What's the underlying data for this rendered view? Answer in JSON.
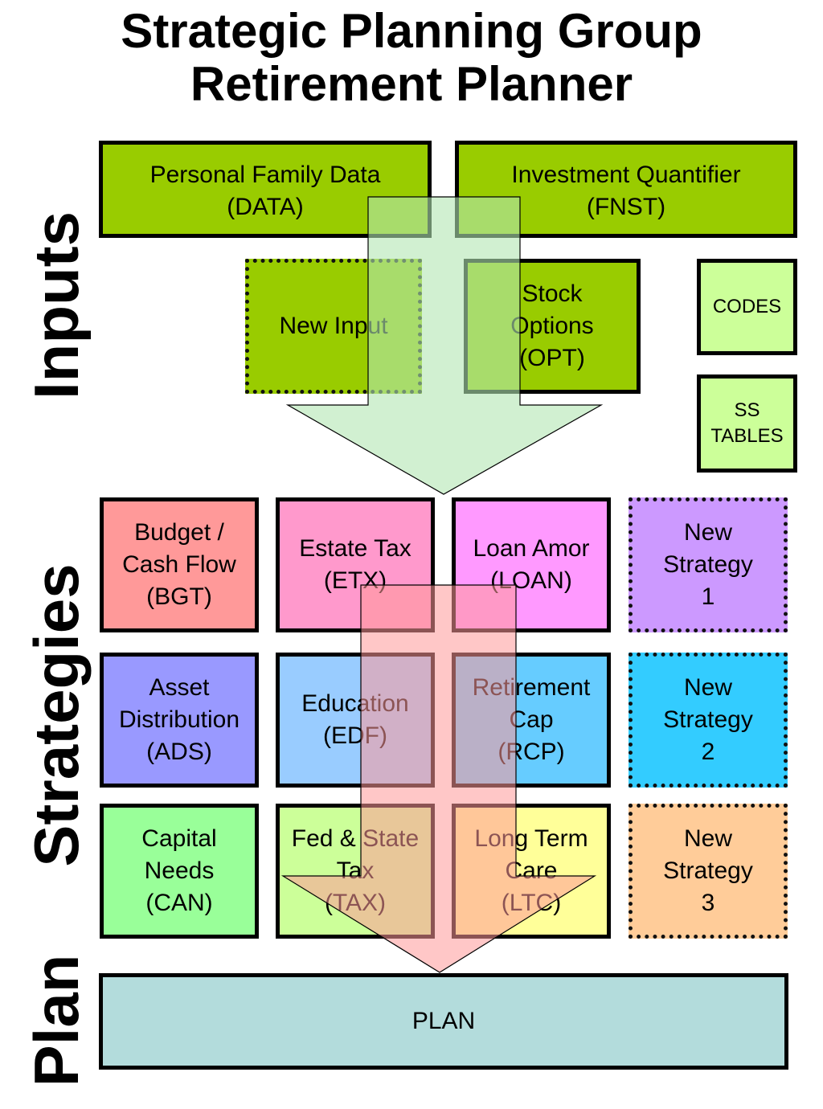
{
  "title": {
    "line1": "Strategic Planning Group",
    "line2": "Retirement Planner"
  },
  "sections": {
    "inputs": "Inputs",
    "strategies": "Strategies",
    "plan": "Plan"
  },
  "inputs": {
    "personal_family_data": "Personal Family Data\n(DATA)",
    "investment_quantifier": "Investment Quantifier\n(FNST)",
    "new_input": "New Input",
    "stock_options": "Stock\nOptions\n(OPT)",
    "codes": "CODES",
    "ss_tables": "SS\nTABLES"
  },
  "strategies": {
    "budget": "Budget /\nCash Flow\n(BGT)",
    "estate_tax": "Estate Tax\n(ETX)",
    "loan_amor": "Loan Amor\n(LOAN)",
    "new_strategy_1": "New\nStrategy\n1",
    "asset_distribution": "Asset\nDistribution\n(ADS)",
    "education": "Education\n(EDF)",
    "retirement_cap": "Retirement\nCap\n(RCP)",
    "new_strategy_2": "New\nStrategy\n2",
    "capital_needs": "Capital\nNeeds\n(CAN)",
    "fed_state_tax": "Fed & State\nTax\n(TAX)",
    "long_term_care": "Long Term\nCare\n(LTC)",
    "new_strategy_3": "New\nStrategy\n3"
  },
  "plan": {
    "label": "PLAN"
  },
  "colors": {
    "input_green": "#99cc00",
    "light_green": "#ccff99",
    "arrow_green": "#b3e6b3",
    "arrow_red": "#ff9999",
    "budget": "#ff9999",
    "estate_tax": "#ff99cc",
    "loan_amor": "#ff99ff",
    "new_strategy_1": "#cc99ff",
    "asset_distribution": "#9999ff",
    "education": "#99ccff",
    "retirement_cap": "#66ccff",
    "new_strategy_2": "#33ccff",
    "capital_needs": "#99ff99",
    "fed_state_tax": "#ccff99",
    "long_term_care": "#ffff99",
    "new_strategy_3": "#ffcc99",
    "plan": "#b3dcdc"
  }
}
